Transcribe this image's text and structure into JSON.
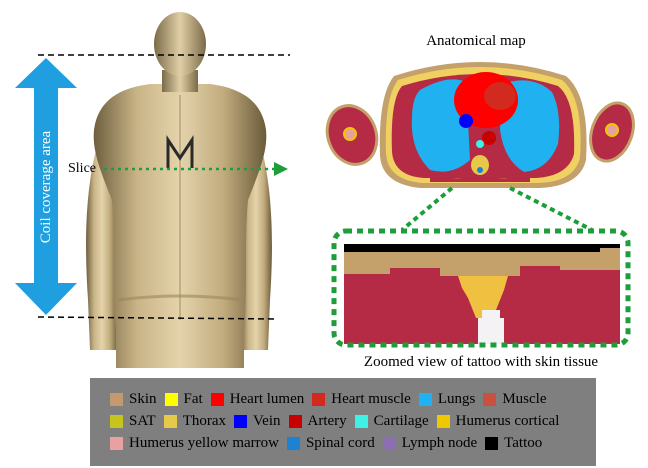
{
  "figure": {
    "anatomical_map_title": "Anatomical map",
    "zoomed_caption": "Zoomed view of tattoo with skin tissue",
    "coil_label": "Coil coverage area",
    "slice_label": "Slice",
    "tattoo_letter": "M"
  },
  "legend": {
    "rows": [
      [
        {
          "label": "Skin",
          "color": "#c49a6c"
        },
        {
          "label": "Fat",
          "color": "#ffff00"
        },
        {
          "label": "Heart lumen",
          "color": "#ff0000"
        },
        {
          "label": "Heart muscle",
          "color": "#d22a1e"
        },
        {
          "label": "Lungs",
          "color": "#1fb1f0"
        },
        {
          "label": "Muscle",
          "color": "#c8523e"
        }
      ],
      [
        {
          "label": "SAT",
          "color": "#c8c41e"
        },
        {
          "label": "Thorax",
          "color": "#e6c84a"
        },
        {
          "label": "Vein",
          "color": "#0000ff"
        },
        {
          "label": "Artery",
          "color": "#c80000"
        },
        {
          "label": "Cartilage",
          "color": "#3ff0e6"
        },
        {
          "label": "Humerus cortical",
          "color": "#f0c800"
        }
      ],
      [
        {
          "label": "Humerus yellow marrow",
          "color": "#e8a0a0"
        },
        {
          "label": "Spinal cord",
          "color": "#1e82d2"
        },
        {
          "label": "Lymph node",
          "color": "#8c6eb4"
        },
        {
          "label": "Tattoo",
          "color": "#000000"
        }
      ]
    ]
  }
}
